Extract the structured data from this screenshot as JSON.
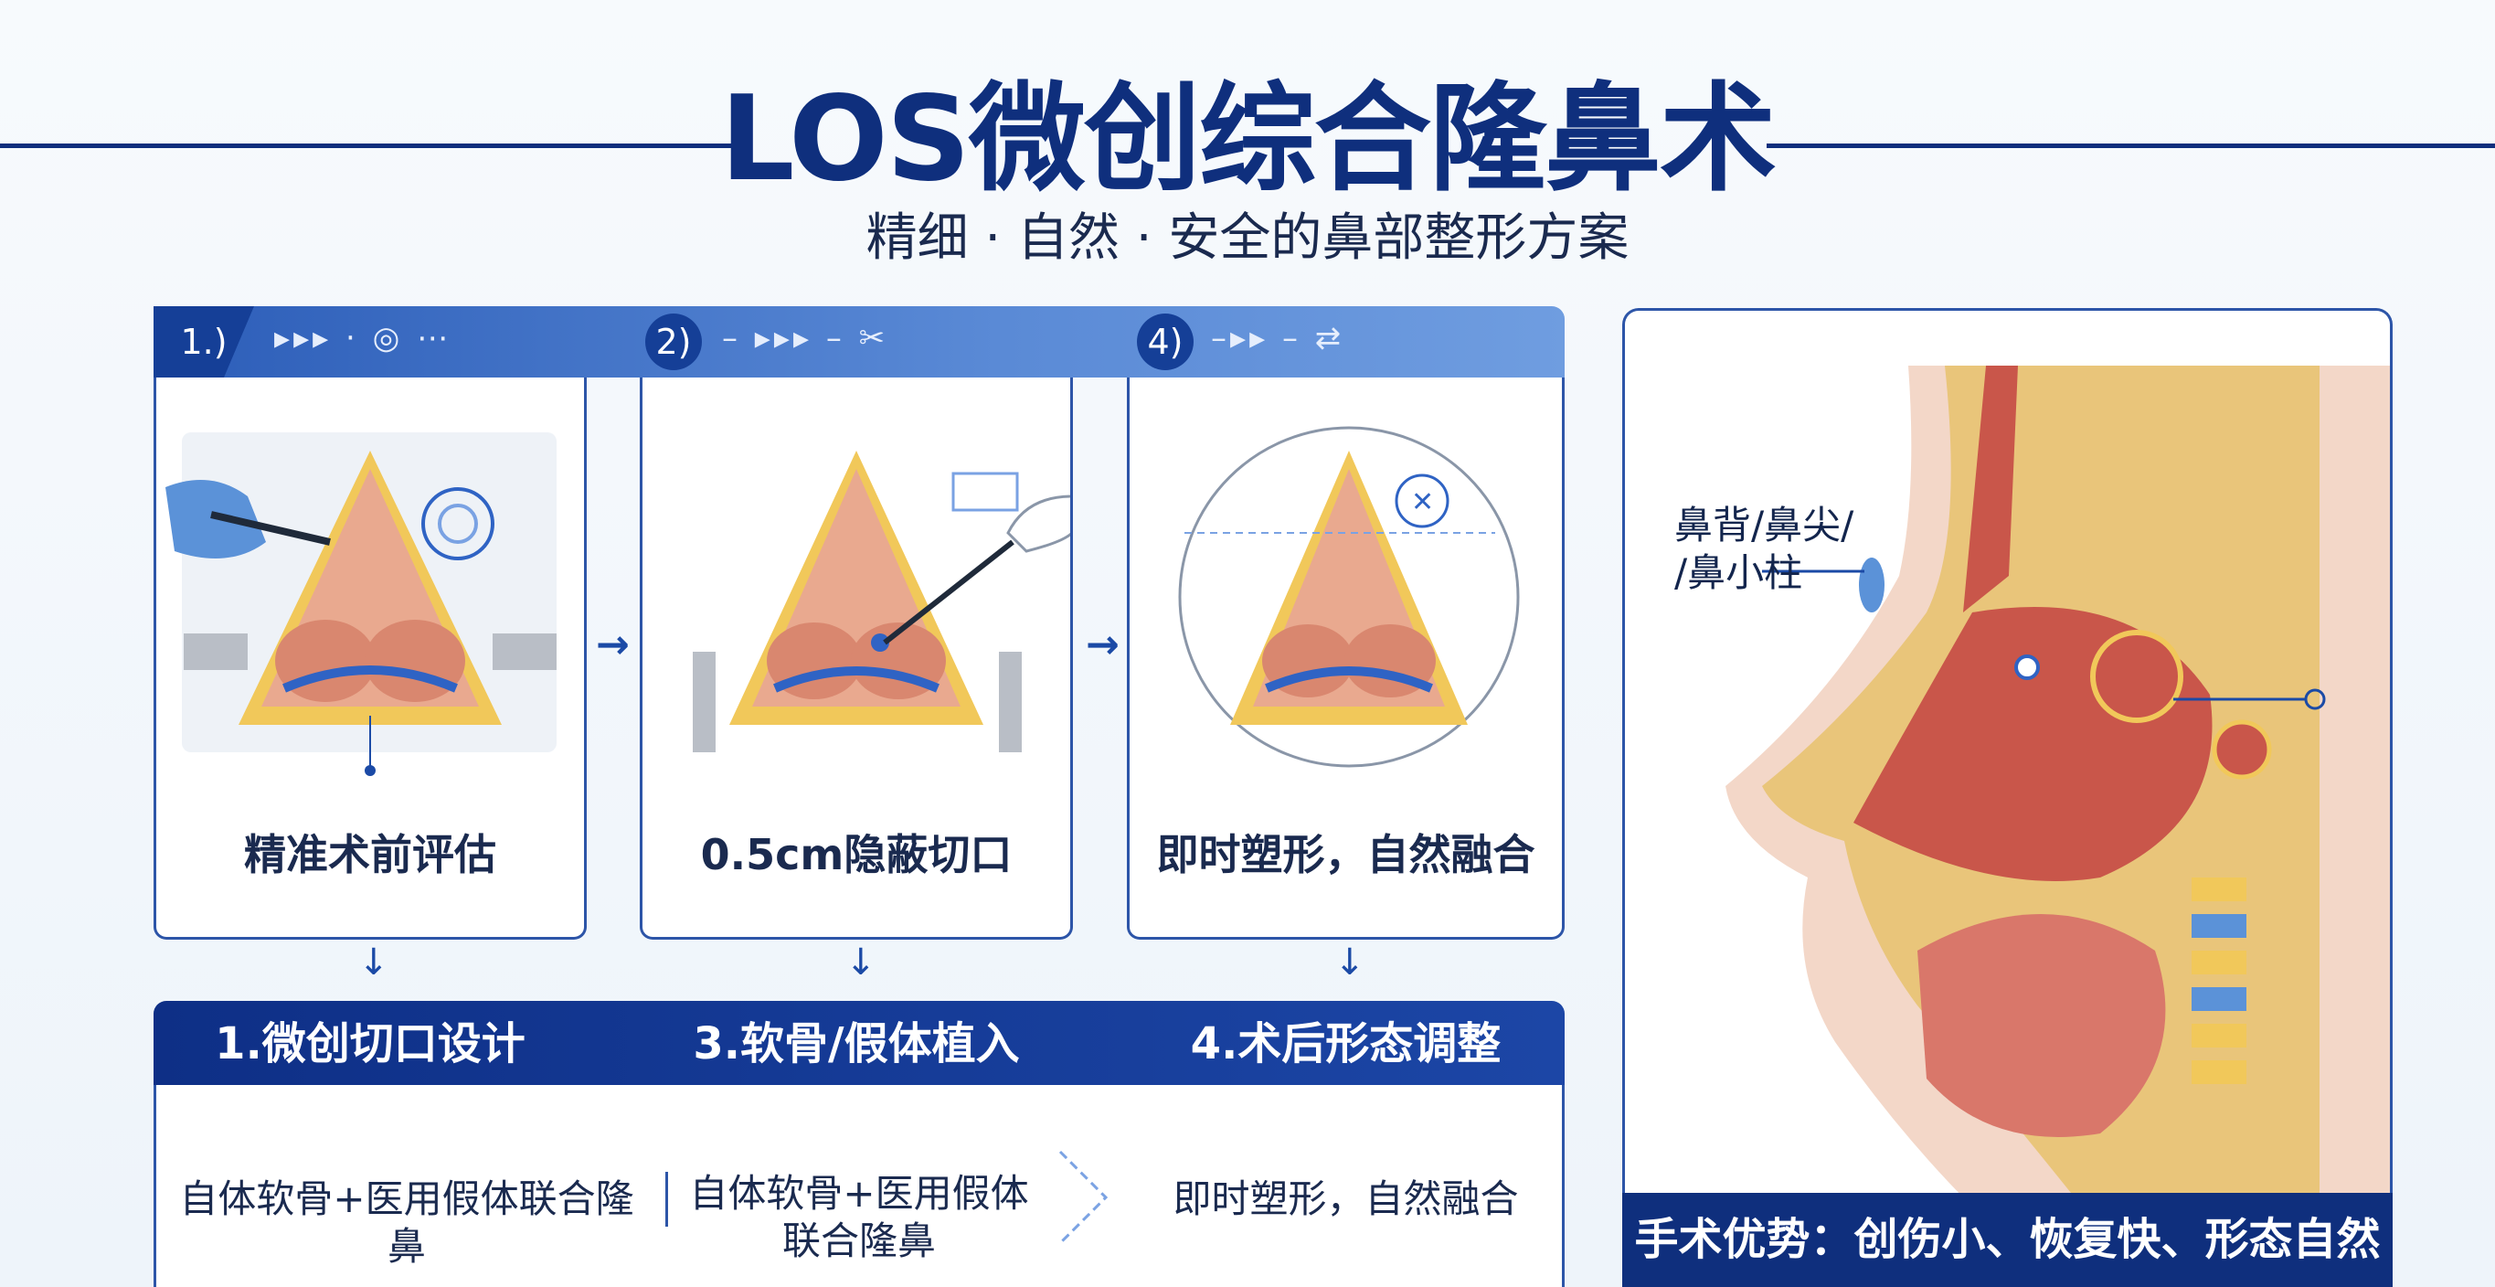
{
  "header": {
    "title": "LOS微创综合隆鼻术",
    "subtitle": "精细 · 自然 · 安全的鼻部整形方案"
  },
  "steps": [
    {
      "badge": "1.)",
      "label": "精准术前评估"
    },
    {
      "badge": "2)",
      "label": "0.5cm隐蔽切口"
    },
    {
      "badge": "4)",
      "label": "即时塑形，自然融合"
    }
  ],
  "bottom": {
    "headers": [
      "1.微创切口设计",
      "3.软骨/假体植入",
      "4.术后形态调整"
    ],
    "cells": [
      "自体软骨+医用假体联合隆鼻",
      "自体软骨+医用假体\n联合隆鼻",
      "即时塑形，自然融合"
    ]
  },
  "anatomy": {
    "label_line1": "鼻背/鼻尖/",
    "label_line2": "/鼻小柱",
    "footer": "手术优势：创伤小、恢复快、形态自然"
  },
  "colors": {
    "brand": "#0f2f7d",
    "accent": "#2c5db8",
    "skin": "#e9a98f",
    "tissue": "#c9564a",
    "cartilage": "#f1c85a",
    "glove": "#5b92d8"
  }
}
